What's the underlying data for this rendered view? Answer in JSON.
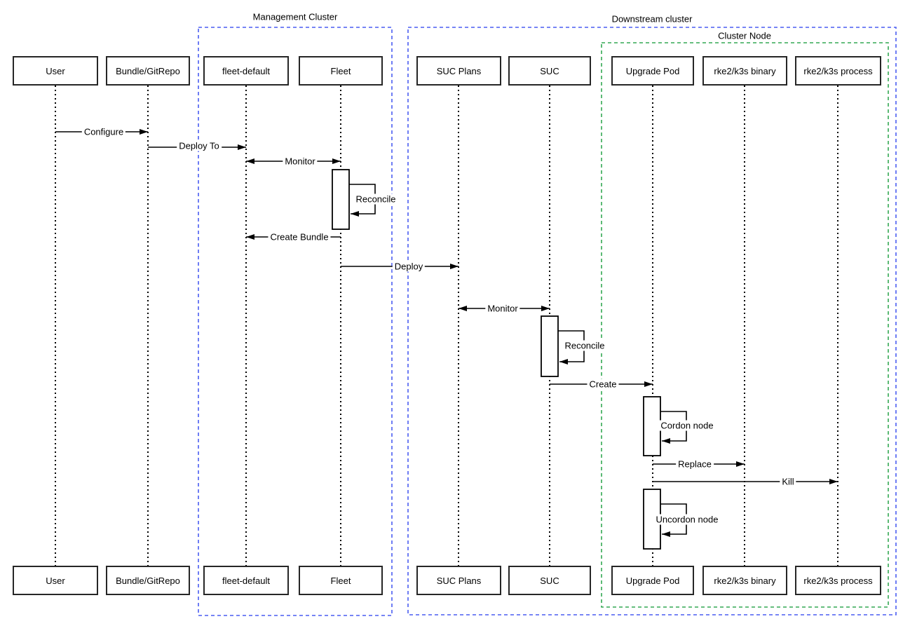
{
  "groups": [
    {
      "id": "management-cluster",
      "label": "Management Cluster",
      "border_color": "#4a5df2"
    },
    {
      "id": "downstream-cluster",
      "label": "Downstream cluster",
      "border_color": "#4a5df2"
    },
    {
      "id": "cluster-node",
      "label": "Cluster Node",
      "border_color": "#34a853"
    }
  ],
  "actors": [
    {
      "id": "user",
      "label": "User"
    },
    {
      "id": "bundle-gitrepo",
      "label": "Bundle/GitRepo"
    },
    {
      "id": "fleet-default",
      "label": "fleet-default"
    },
    {
      "id": "fleet",
      "label": "Fleet"
    },
    {
      "id": "suc-plans",
      "label": "SUC Plans"
    },
    {
      "id": "suc",
      "label": "SUC"
    },
    {
      "id": "upgrade-pod",
      "label": "Upgrade Pod"
    },
    {
      "id": "rke2-k3s-binary",
      "label": "rke2/k3s binary"
    },
    {
      "id": "rke2-k3s-process",
      "label": "rke2/k3s process"
    }
  ],
  "messages": [
    {
      "label": "Configure",
      "from": "User",
      "to": "Bundle/GitRepo",
      "kind": "arrow-right"
    },
    {
      "label": "Deploy To",
      "from": "Bundle/GitRepo",
      "to": "fleet-default",
      "kind": "arrow-right"
    },
    {
      "label": "Monitor",
      "from": "fleet-default",
      "to": "Fleet",
      "kind": "arrow-both"
    },
    {
      "label": "Reconcile",
      "from": "Fleet",
      "to": "Fleet",
      "kind": "self-loop"
    },
    {
      "label": "Create Bundle",
      "from": "Fleet",
      "to": "fleet-default",
      "kind": "arrow-left"
    },
    {
      "label": "Deploy",
      "from": "Fleet",
      "to": "SUC Plans",
      "kind": "arrow-right"
    },
    {
      "label": "Monitor",
      "from": "SUC Plans",
      "to": "SUC",
      "kind": "arrow-both"
    },
    {
      "label": "Reconcile",
      "from": "SUC",
      "to": "SUC",
      "kind": "self-loop"
    },
    {
      "label": "Create",
      "from": "SUC",
      "to": "Upgrade Pod",
      "kind": "arrow-right"
    },
    {
      "label": "Cordon node",
      "from": "Upgrade Pod",
      "to": "Upgrade Pod",
      "kind": "self-loop"
    },
    {
      "label": "Replace",
      "from": "Upgrade Pod",
      "to": "rke2/k3s binary",
      "kind": "arrow-right"
    },
    {
      "label": "Kill",
      "from": "Upgrade Pod",
      "to": "rke2/k3s process",
      "kind": "arrow-right"
    },
    {
      "label": "Uncordon node",
      "from": "Upgrade Pod",
      "to": "Upgrade Pod",
      "kind": "self-loop"
    }
  ],
  "colors": {
    "background": "#ffffff",
    "line": "#000000",
    "box_fill": "#ffffff",
    "box_border": "#262626",
    "group_blue": "#4a5df2",
    "group_green": "#34a853"
  }
}
